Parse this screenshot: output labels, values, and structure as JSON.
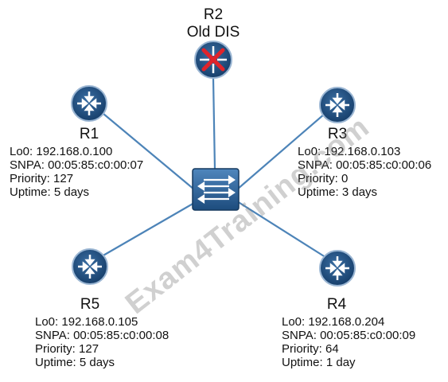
{
  "routers": {
    "r1": {
      "name": "R1",
      "lo0": "Lo0: 192.168.0.100",
      "snpa": "SNPA: 00:05:85:c0:00:07",
      "priority": "Priority: 127",
      "uptime": "Uptime: 5 days"
    },
    "r2": {
      "name": "R2",
      "role": "Old DIS"
    },
    "r3": {
      "name": "R3",
      "lo0": "Lo0: 192.168.0.103",
      "snpa": "SNPA: 00:05:85:c0:00:06",
      "priority": "Priority: 0",
      "uptime": "Uptime: 3 days"
    },
    "r4": {
      "name": "R4",
      "lo0": "Lo0: 192.168.0.204",
      "snpa": "SNPA: 00:05:85:c0:00:09",
      "priority": "Priority: 64",
      "uptime": "Uptime: 1 day"
    },
    "r5": {
      "name": "R5",
      "lo0": "Lo0: 192.168.0.105",
      "snpa": "SNPA: 00:05:85:c0:00:08",
      "priority": "Priority: 127",
      "uptime": "Uptime: 5 days"
    }
  },
  "watermark": "Exam4Training.com",
  "colors": {
    "router": "#1f4f82",
    "link": "#4d84b8",
    "failed": "#e0242b"
  }
}
